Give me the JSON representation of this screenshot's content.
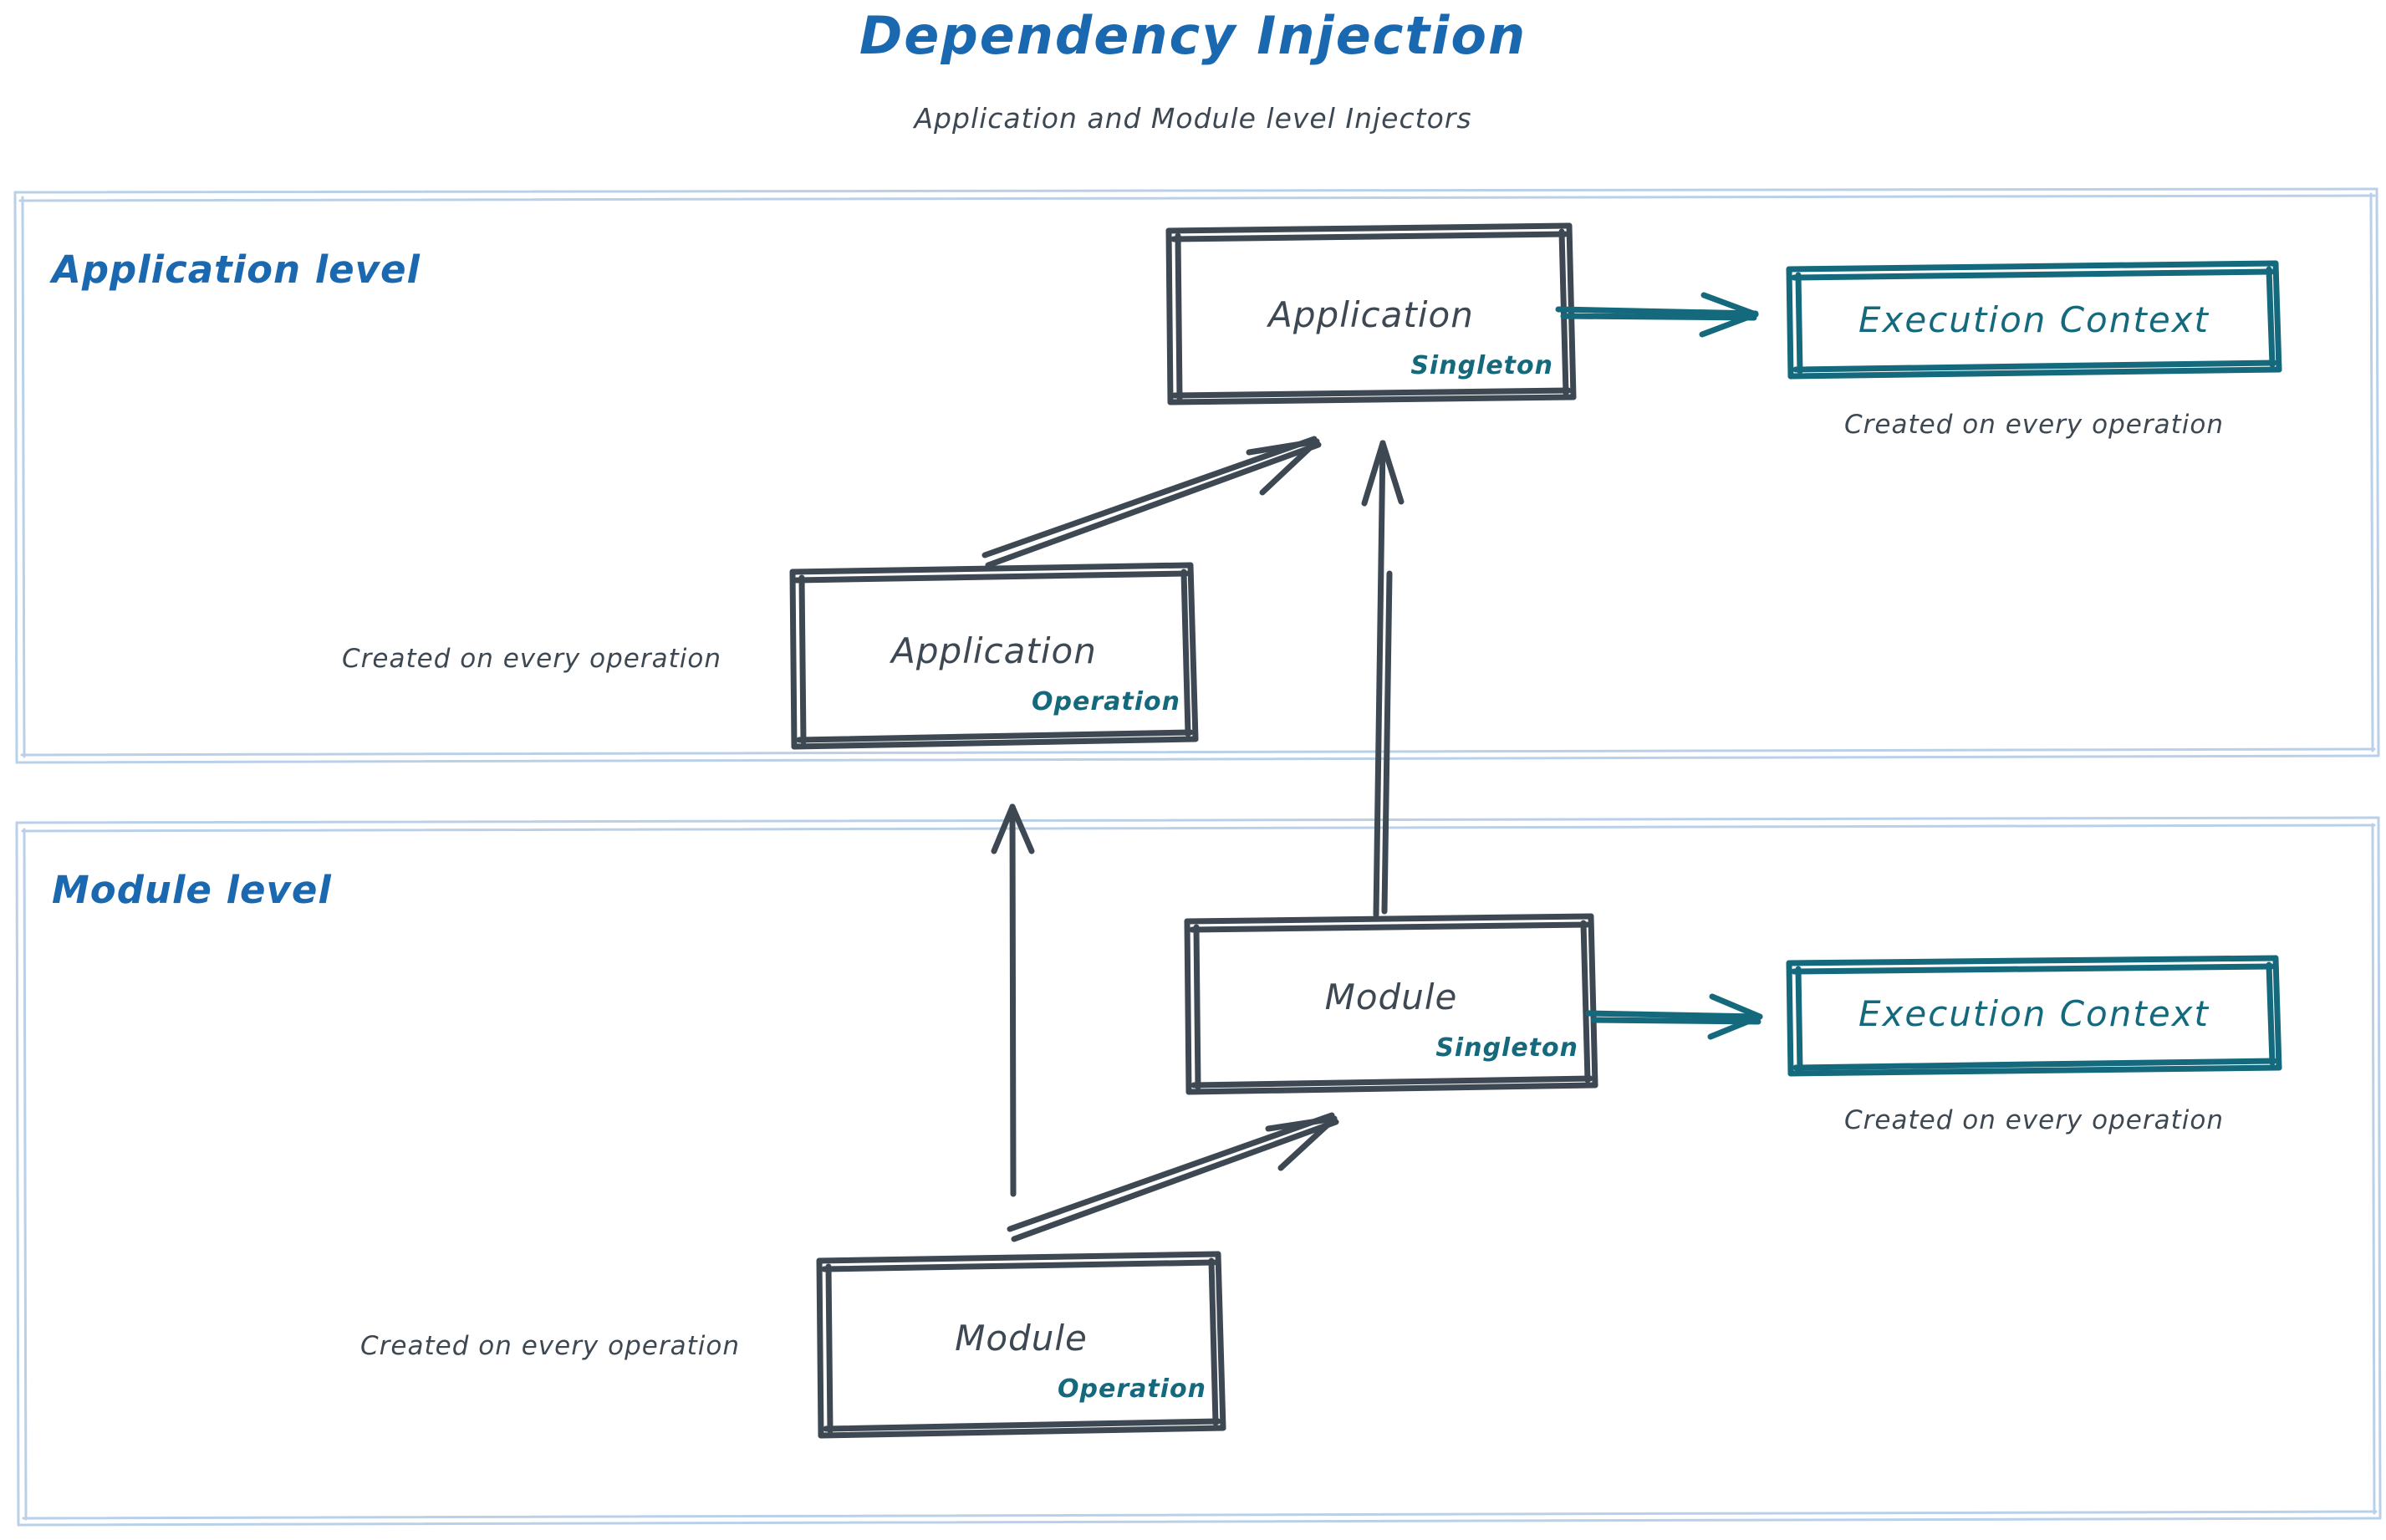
{
  "header": {
    "title": "Dependency Injection",
    "subtitle": "Application and Module level Injectors",
    "title_color": "#1a68b0",
    "subtitle_color": "#3d4852"
  },
  "colors": {
    "blue": "#1a68b0",
    "teal": "#15697c",
    "slate": "#3d4852",
    "container_border": "#b9d0e8"
  },
  "zones": [
    {
      "label": "Application level"
    },
    {
      "label": "Module level"
    }
  ],
  "nodes": {
    "application_singleton": {
      "title": "Application",
      "scope": "Singleton"
    },
    "application_operation": {
      "title": "Application",
      "scope": "Operation"
    },
    "module_singleton": {
      "title": "Module",
      "scope": "Singleton"
    },
    "module_operation": {
      "title": "Module",
      "scope": "Operation"
    },
    "execution_context_app": {
      "title": "Execution Context"
    },
    "execution_context_module": {
      "title": "Execution Context"
    }
  },
  "notes": {
    "app_context_note": "Created on every operation",
    "app_operation_note": "Created on every operation",
    "module_context_note": "Created on every operation",
    "module_operation_note": "Created on every operation"
  }
}
